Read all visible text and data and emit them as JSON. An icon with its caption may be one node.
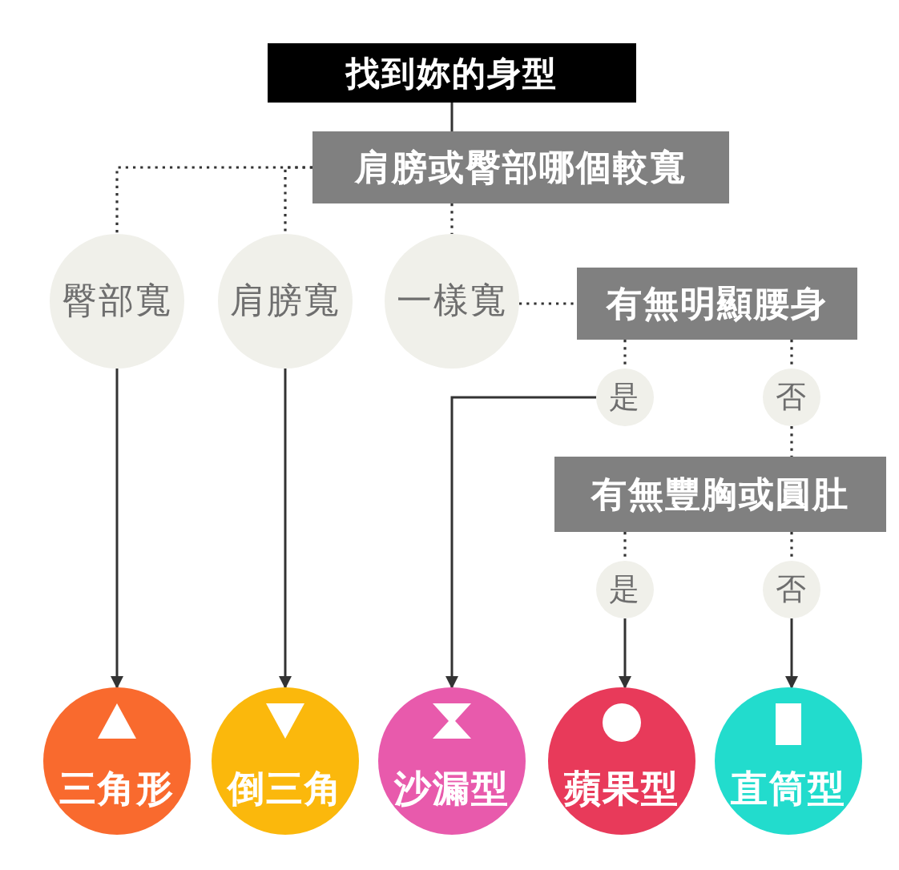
{
  "diagram": {
    "nodes": [
      {
        "text": [
          "找到妳的身型"
        ]
      },
      {
        "text": [
          "肩膀或臀部哪個較寬"
        ]
      },
      {
        "text": [
          "臀部寬"
        ]
      },
      {
        "text": [
          "肩膀寬"
        ]
      },
      {
        "text": [
          "一樣寬"
        ]
      },
      {
        "text": [
          "有無明顯腰身"
        ]
      },
      {
        "text": [
          "是"
        ]
      },
      {
        "text": [
          "否"
        ]
      },
      {
        "text": [
          "有無豐胸或圓肚"
        ]
      },
      {
        "text": [
          "是"
        ]
      },
      {
        "text": [
          "否"
        ]
      },
      {
        "text": [
          "三角形"
        ]
      },
      {
        "text": [
          "倒三角"
        ]
      },
      {
        "text": [
          "沙漏型"
        ]
      },
      {
        "text": [
          "蘋果型"
        ]
      },
      {
        "text": [
          "直筒型"
        ]
      }
    ],
    "edges": [
      {
        "from": 0,
        "to": 1,
        "arrow": "none"
      },
      {
        "from": 1,
        "to": 2,
        "arrow": "none",
        "style": "dashed"
      },
      {
        "from": 1,
        "to": 3,
        "arrow": "none",
        "style": "dashed"
      },
      {
        "from": 1,
        "to": 4,
        "arrow": "none",
        "style": "dashed"
      },
      {
        "from": 4,
        "to": 5,
        "arrow": "none",
        "style": "dashed"
      },
      {
        "from": 5,
        "to": 6,
        "arrow": "none",
        "style": "dashed"
      },
      {
        "from": 5,
        "to": 7,
        "arrow": "none",
        "style": "dashed"
      },
      {
        "from": 7,
        "to": 8,
        "arrow": "none",
        "style": "dashed"
      },
      {
        "from": 8,
        "to": 9,
        "arrow": "none",
        "style": "dashed"
      },
      {
        "from": 8,
        "to": 10,
        "arrow": "none",
        "style": "dashed"
      },
      {
        "from": 2,
        "to": 11,
        "arrow": "to"
      },
      {
        "from": 3,
        "to": 12,
        "arrow": "to"
      },
      {
        "from": 6,
        "to": 13,
        "arrow": "to"
      },
      {
        "from": 9,
        "to": 14,
        "arrow": "to"
      },
      {
        "from": 10,
        "to": 15,
        "arrow": "to"
      }
    ]
  }
}
